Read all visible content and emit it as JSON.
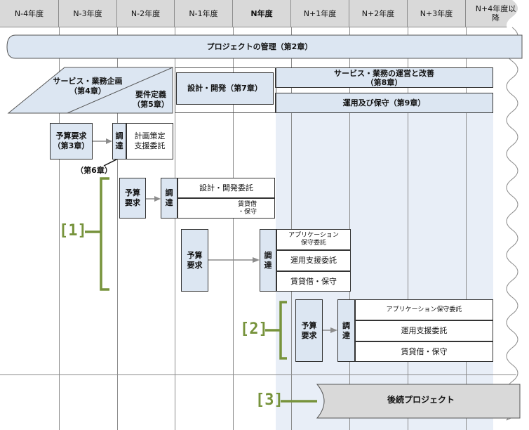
{
  "header": {
    "columns": [
      "N-4年度",
      "N-3年度",
      "N-2年度",
      "N-1年度",
      "N年度",
      "N+1年度",
      "N+2年度",
      "N+3年度",
      "N+4年度以降"
    ]
  },
  "phases": {
    "project_mgmt": "プロジェクトの管理（第2章）",
    "service_planning": "サービス・業務企画\n（第4章）",
    "requirements": "要件定義\n（第5章）",
    "design_dev": "設計・開発（第7章）",
    "operation_improve": "サービス・業務の運営と改善\n（第8章）",
    "operation_maint": "運用及び保守（第9章）"
  },
  "group0": {
    "budget": "予算要求\n（第3章）",
    "procure": "調\n達",
    "support": "計画策定\n支援委託",
    "chapter_note": "（第6章）"
  },
  "group1": {
    "budget": "予算\n要求",
    "procure": "調\n達",
    "item_a": "設計・開発委託",
    "item_b": "賃貸借\n・保守"
  },
  "group2": {
    "budget": "予算\n要求",
    "procure": "調\n達",
    "item_a": "アプリケーション\n保守委託",
    "item_b": "運用支援委託",
    "item_c": "賃貸借・保守"
  },
  "group3": {
    "budget": "予算\n要求",
    "procure": "調\n達",
    "item_a": "アプリケーション保守委託",
    "item_b": "運用支援委託",
    "item_c": "賃貸借・保守"
  },
  "brackets": {
    "b1": "[1]",
    "b2": "[2]",
    "b3": "[3]"
  },
  "successor": "後続プロジェクト",
  "colors": {
    "box_fill": "#dce6f2",
    "highlight_fill": "#e8eef7",
    "bracket": "#77933c",
    "header_fill": "#d9d9d9",
    "successor_fill": "#d9d9d9"
  }
}
